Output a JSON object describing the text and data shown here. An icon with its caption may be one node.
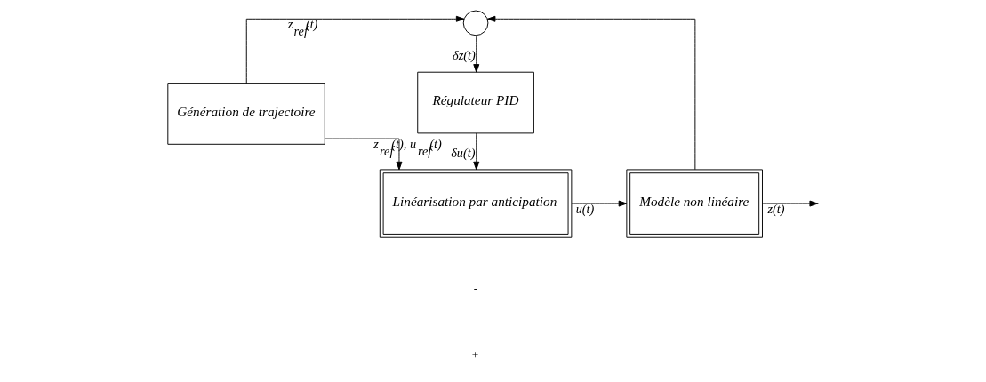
{
  "diagram": {
    "nodes": [
      {
        "text": [
          "Génération de trajectoire"
        ]
      },
      {
        "text": [
          "Linéarisation par anticipation"
        ]
      },
      {
        "text": [
          "Modèle non linéaire"
        ]
      },
      {
        "text": [
          "Régulateur PID"
        ]
      },
      {
        "text": [],
        "shape": "circle"
      }
    ],
    "edges": [
      {
        "from": 0,
        "to": 1,
        "arrow": "to",
        "label": "z$_{ref}$(t), u$_{ref}$(t)"
      },
      {
        "from": 1,
        "to": 2,
        "arrow": "to",
        "label": "u(t)"
      },
      {
        "from": 2,
        "to": null,
        "arrow": "to",
        "label": "z(t)"
      },
      {
        "from": 0,
        "to": 4,
        "arrow": "to",
        "label": "z$_{ref}$(t)"
      },
      {
        "from": 2,
        "to": 4,
        "arrow": "to"
      },
      {
        "from": 4,
        "to": 3,
        "arrow": "to",
        "label": "δz(t)"
      },
      {
        "from": 3,
        "to": 1,
        "arrow": "to",
        "label": "δu(t)"
      }
    ],
    "labels": [
      "-",
      "+"
    ]
  }
}
